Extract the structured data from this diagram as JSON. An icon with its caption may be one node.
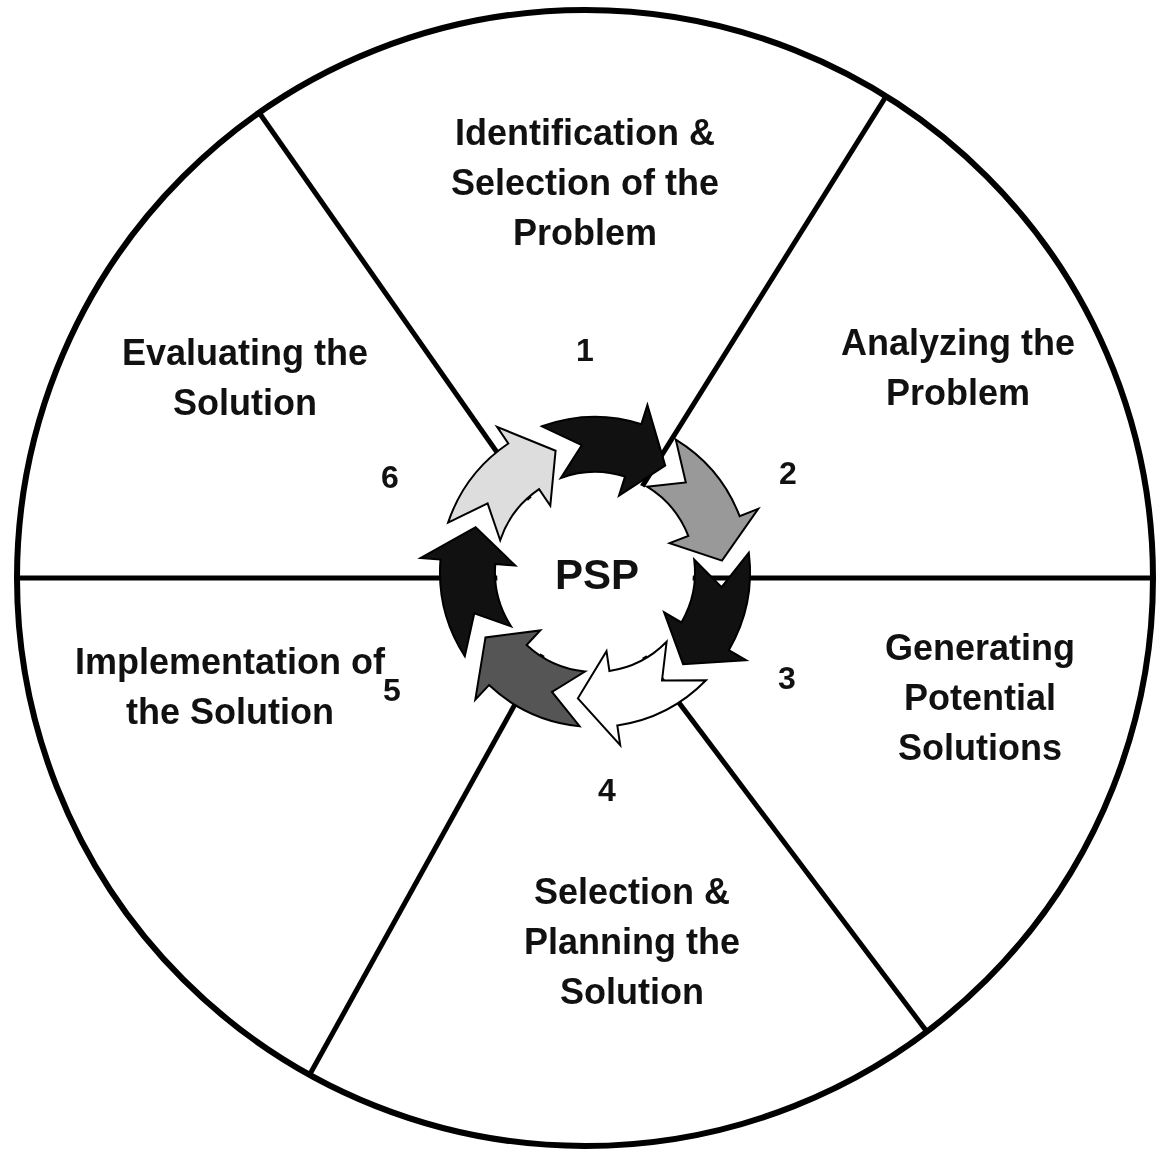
{
  "diagram": {
    "nodes": [
      {
        "text": [
          "Identification & Selection of the Problem"
        ],
        "beside": [
          "1"
        ]
      },
      {
        "text": [
          "Analyzing the Problem"
        ],
        "beside": [
          "2"
        ]
      },
      {
        "text": [
          "Generating Potential Solutions"
        ],
        "beside": [
          "3"
        ]
      },
      {
        "text": [
          "Selection & Planning the Solution"
        ],
        "beside": [
          "4"
        ]
      },
      {
        "text": [
          "Implementation of the Solution"
        ],
        "beside": [
          "5"
        ]
      },
      {
        "text": [
          "Evaluating the Solution"
        ],
        "beside": [
          "6"
        ]
      },
      {
        "text": [
          "PSP"
        ]
      }
    ]
  }
}
